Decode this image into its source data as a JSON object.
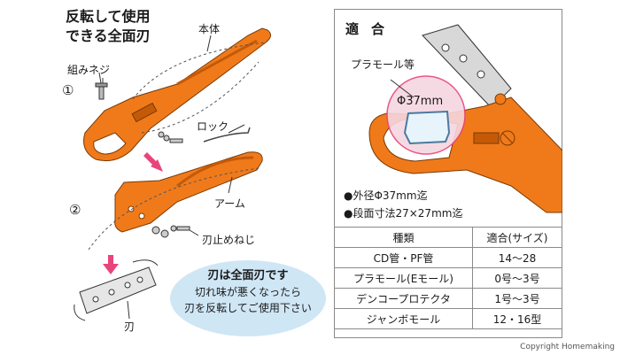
{
  "left": {
    "title": "反転して使用\nできる全面刃",
    "labels": {
      "main_body": "本体",
      "assembly_screw": "組みネジ",
      "lock": "ロック",
      "arm": "アーム",
      "blade_stop_screw": "刃止めねじ",
      "blade": "刃"
    },
    "steps": [
      "①",
      "②"
    ],
    "blade_note": {
      "title": "刃は全面刃です",
      "body": "切れ味が悪くなったら\n刃を反転してご使用下さい"
    }
  },
  "right_panel": {
    "title": "適合",
    "callout_label": "プラモール等",
    "diameter_label": "Φ37mm",
    "specs": [
      "●外径Φ37mm迄",
      "●段面寸法27×27mm迄"
    ],
    "table": {
      "headers": [
        "種類",
        "適合(サイズ)"
      ],
      "rows": [
        [
          "CD管・PF管",
          "14〜28"
        ],
        [
          "プラモール(Eモール)",
          "0号〜3号"
        ],
        [
          "デンコープロテクタ",
          "1号〜3号"
        ],
        [
          "ジャンボモール",
          "12・16型"
        ]
      ]
    }
  },
  "copyright": "Copyright Homemaking",
  "colors": {
    "tool_orange": "#f07a1a",
    "tool_dark": "#c45a08",
    "note_blue": "#cfe6f5",
    "callout_pink": "#f6d6e0",
    "arrow_pink": "#e8457a"
  }
}
